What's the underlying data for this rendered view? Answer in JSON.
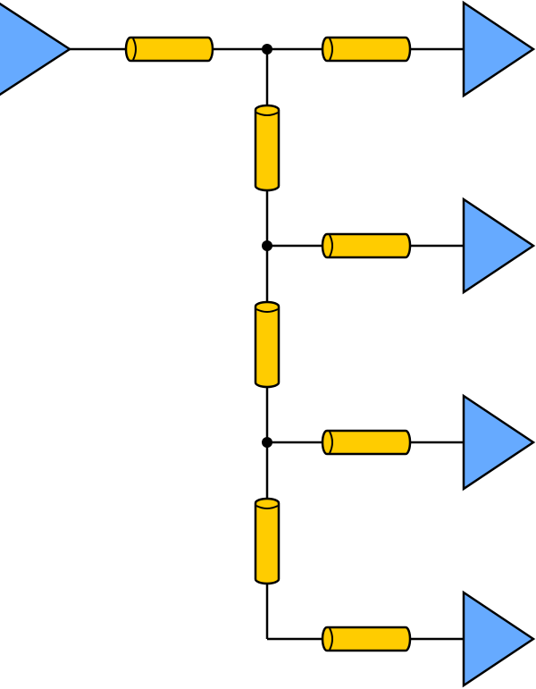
{
  "diagram": {
    "components": {
      "driver": {
        "type": "buffer",
        "direction": "right"
      },
      "receivers": [
        {
          "type": "buffer",
          "direction": "right"
        },
        {
          "type": "buffer",
          "direction": "right"
        },
        {
          "type": "buffer",
          "direction": "right"
        },
        {
          "type": "buffer",
          "direction": "right"
        }
      ],
      "transmission_lines": {
        "input_segment": {
          "icon": "coax-cable-icon"
        },
        "trunk_segments": [
          {
            "icon": "coax-cable-icon"
          },
          {
            "icon": "coax-cable-icon"
          },
          {
            "icon": "coax-cable-icon"
          }
        ],
        "stub_segments": [
          {
            "icon": "coax-cable-icon"
          },
          {
            "icon": "coax-cable-icon"
          },
          {
            "icon": "coax-cable-icon"
          },
          {
            "icon": "coax-cable-icon"
          }
        ]
      },
      "junctions": 3
    },
    "colors": {
      "buffer_fill": "#66AAFF",
      "transmission_line_fill": "#FFCC00",
      "wire": "#000000",
      "background": "#FFFFFF"
    }
  }
}
